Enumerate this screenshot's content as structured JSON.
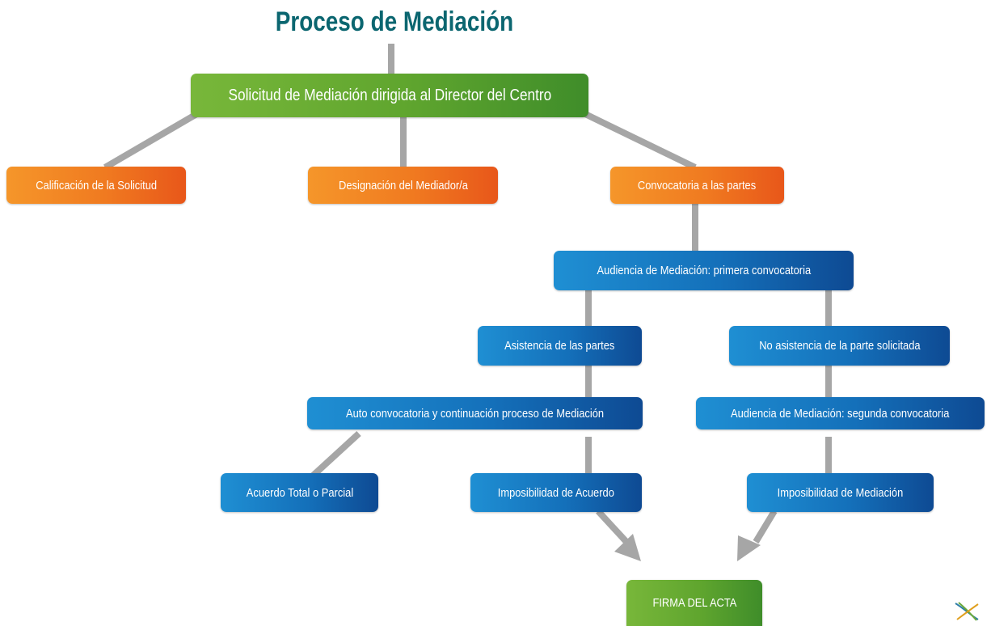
{
  "title": "Proceso de Mediación",
  "nodes": {
    "solicitud": "Solicitud de Mediación dirigida al Director del Centro",
    "calificacion": "Calificación de la Solicitud",
    "designacion": "Designación del Mediador/a",
    "convocatoria": "Convocatoria a las partes",
    "audiencia_primera": "Audiencia de Mediación: primera convocatoria",
    "asistencia": "Asistencia de las partes",
    "no_asistencia": "No asistencia de la parte solicitada",
    "auto_convocatoria": "Auto convocatoria y continuación proceso de Mediación",
    "audiencia_segunda": "Audiencia de Mediación: segunda convocatoria",
    "acuerdo": "Acuerdo Total o Parcial",
    "imposibilidad_acuerdo": "Imposibilidad de Acuerdo",
    "imposibilidad_mediacion": "Imposibilidad de Mediación",
    "firma": "FIRMA DEL ACTA"
  },
  "colors": {
    "title": "#0b6670",
    "connector": "#a6a6a6",
    "green": "#5fa52e",
    "orange": "#f07a20",
    "blue": "#1470ba"
  },
  "icons": {
    "logo": "crossed-lines-logo"
  }
}
